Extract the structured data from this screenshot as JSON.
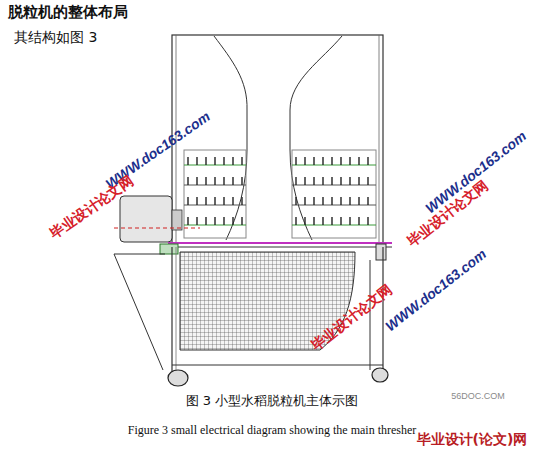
{
  "diagram": {
    "title": "脱粒机的整体布局",
    "caption": "图 3    小型水稻脱粒机主体示图",
    "labels": [
      "其结构如图 3",
      "Figure 3 small electrical diagram showing the main thresher",
      "WWW.doc163.com",
      "毕业设计论文网",
      "毕业设计论文网",
      "WWW.doc163.com",
      "毕业设计论文网",
      "WWW.doc163.com",
      "56DOC.COM",
      "毕业设计(论文)网"
    ]
  }
}
